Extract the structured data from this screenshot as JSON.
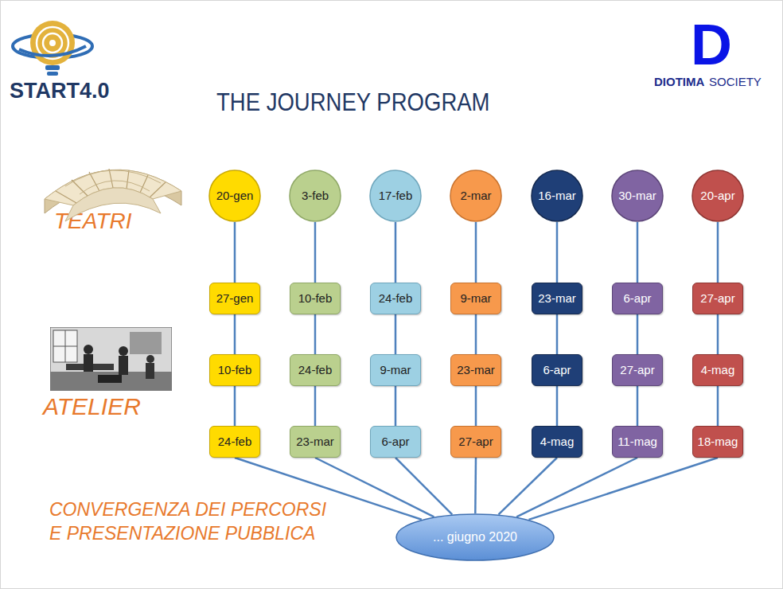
{
  "diagram": {
    "title": "THE JOURNEY PROGRAM",
    "nodes": [
      {
        "text": [
          "20-gen"
        ]
      },
      {
        "text": [
          "3-feb"
        ]
      },
      {
        "text": [
          "17-feb"
        ]
      },
      {
        "text": [
          "2-mar"
        ]
      },
      {
        "text": [
          "16-mar"
        ]
      },
      {
        "text": [
          "30-mar"
        ]
      },
      {
        "text": [
          "20-apr"
        ]
      },
      {
        "text": [
          "27-gen"
        ]
      },
      {
        "text": [
          "10-feb"
        ]
      },
      {
        "text": [
          "24-feb"
        ]
      },
      {
        "text": [
          "9-mar"
        ]
      },
      {
        "text": [
          "23-mar"
        ]
      },
      {
        "text": [
          "6-apr"
        ]
      },
      {
        "text": [
          "27-apr"
        ]
      },
      {
        "text": [
          "10-feb"
        ]
      },
      {
        "text": [
          "24-feb"
        ]
      },
      {
        "text": [
          "9-mar"
        ]
      },
      {
        "text": [
          "23-mar"
        ]
      },
      {
        "text": [
          "6-apr"
        ]
      },
      {
        "text": [
          "27-apr"
        ]
      },
      {
        "text": [
          "4-mag"
        ]
      },
      {
        "text": [
          "24-feb"
        ]
      },
      {
        "text": [
          "23-mar"
        ]
      },
      {
        "text": [
          "6-apr"
        ]
      },
      {
        "text": [
          "27-apr"
        ]
      },
      {
        "text": [
          "4-mag"
        ]
      },
      {
        "text": [
          "11-mag"
        ]
      },
      {
        "text": [
          "18-mag"
        ]
      },
      {
        "text": [
          "... giugno 2020"
        ]
      }
    ],
    "edges": [
      {
        "from": 0,
        "to": 7,
        "arrow": "none"
      },
      {
        "from": 7,
        "to": 14,
        "arrow": "none"
      },
      {
        "from": 14,
        "to": 21,
        "arrow": "none"
      },
      {
        "from": 21,
        "to": 28,
        "arrow": "none"
      },
      {
        "from": 1,
        "to": 8,
        "arrow": "none"
      },
      {
        "from": 8,
        "to": 15,
        "arrow": "none"
      },
      {
        "from": 15,
        "to": 22,
        "arrow": "none"
      },
      {
        "from": 22,
        "to": 28,
        "arrow": "none"
      },
      {
        "from": 2,
        "to": 9,
        "arrow": "none"
      },
      {
        "from": 9,
        "to": 16,
        "arrow": "none"
      },
      {
        "from": 16,
        "to": 23,
        "arrow": "none"
      },
      {
        "from": 23,
        "to": 28,
        "arrow": "none"
      },
      {
        "from": 3,
        "to": 10,
        "arrow": "none"
      },
      {
        "from": 10,
        "to": 17,
        "arrow": "none"
      },
      {
        "from": 17,
        "to": 24,
        "arrow": "none"
      },
      {
        "from": 24,
        "to": 28,
        "arrow": "none"
      },
      {
        "from": 4,
        "to": 11,
        "arrow": "none"
      },
      {
        "from": 11,
        "to": 18,
        "arrow": "none"
      },
      {
        "from": 18,
        "to": 25,
        "arrow": "none"
      },
      {
        "from": 25,
        "to": 28,
        "arrow": "none"
      },
      {
        "from": 5,
        "to": 12,
        "arrow": "none"
      },
      {
        "from": 12,
        "to": 19,
        "arrow": "none"
      },
      {
        "from": 19,
        "to": 26,
        "arrow": "none"
      },
      {
        "from": 26,
        "to": 28,
        "arrow": "none"
      },
      {
        "from": 6,
        "to": 13,
        "arrow": "none"
      },
      {
        "from": 13,
        "to": 20,
        "arrow": "none"
      },
      {
        "from": 20,
        "to": 27,
        "arrow": "none"
      },
      {
        "from": 27,
        "to": 28,
        "arrow": "none"
      }
    ],
    "labels": [
      "START4.0",
      "D",
      "DIOTIMA",
      "SOCIETY",
      "TEATRI",
      "ATELIER",
      "CONVERGENZA DEI PERCORSI E PRESENTAZIONE PUBBLICA"
    ]
  }
}
